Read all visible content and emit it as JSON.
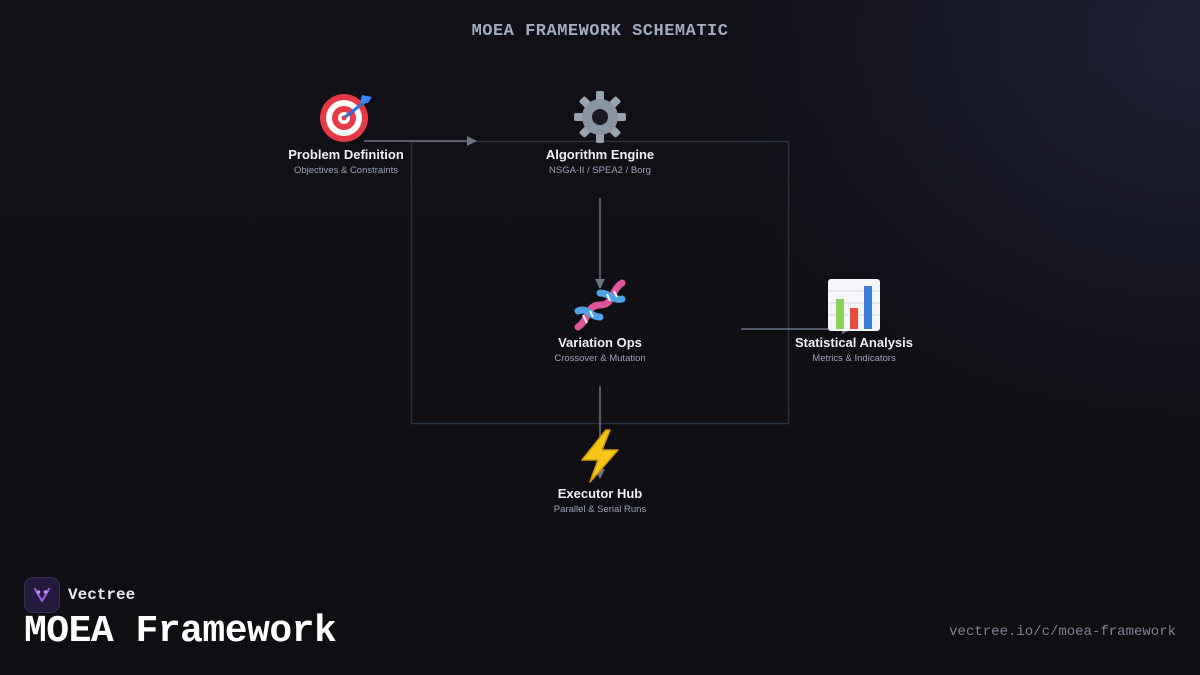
{
  "diagram": {
    "title": "MOEA FRAMEWORK SCHEMATIC",
    "nodes": [
      {
        "id": "problem",
        "icon": "target-icon",
        "label": "Problem Definition",
        "sublabel": "Objectives & Constraints"
      },
      {
        "id": "algorithm",
        "icon": "gear-icon",
        "label": "Algorithm Engine",
        "sublabel": "NSGA-II / SPEA2 / Borg"
      },
      {
        "id": "variation",
        "icon": "dna-icon",
        "label": "Variation Ops",
        "sublabel": "Crossover & Mutation"
      },
      {
        "id": "stats",
        "icon": "bar-chart-icon",
        "label": "Statistical Analysis",
        "sublabel": "Metrics & Indicators"
      },
      {
        "id": "executor",
        "icon": "lightning-icon",
        "label": "Executor Hub",
        "sublabel": "Parallel & Serial Runs"
      }
    ]
  },
  "footer": {
    "brand": "Vectree",
    "title": "MOEA Framework",
    "url": "vectree.io/c/moea-framework"
  },
  "colors": {
    "background": "#0f0f14",
    "connector": "#6b7385",
    "frame": "#2a3140",
    "brand_accent": "#9b5de5"
  }
}
